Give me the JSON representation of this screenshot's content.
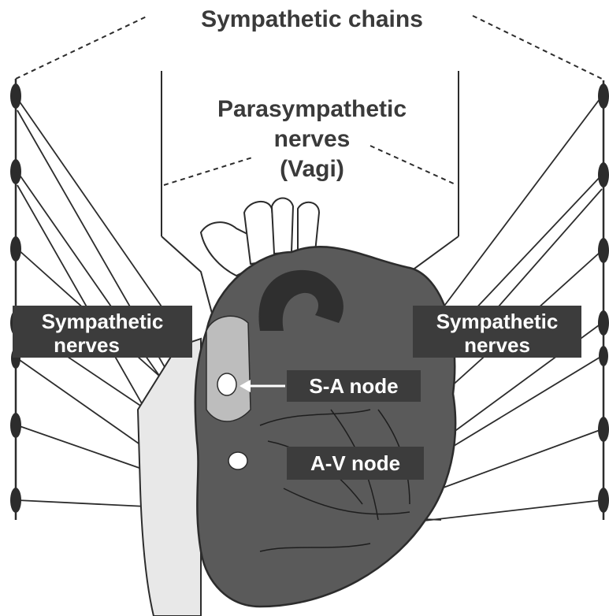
{
  "labels": {
    "title": "Sympathetic chains",
    "parasympathetic_line1": "Parasympathetic",
    "parasympathetic_line2": "nerves",
    "parasympathetic_line3": "(Vagi)",
    "left_sympathetic_line1": "Sympathetic",
    "left_sympathetic_line2": "nerves",
    "right_sympathetic_line1": "Sympathetic",
    "right_sympathetic_line2": "nerves",
    "sa_node": "S-A node",
    "av_node": "A-V node"
  },
  "colors": {
    "ink": "#2c2c2c",
    "heart_fill": "#5a5a5a",
    "label_box": "#3c3c3c",
    "label_text": "#ffffff",
    "background": "#ffffff"
  }
}
